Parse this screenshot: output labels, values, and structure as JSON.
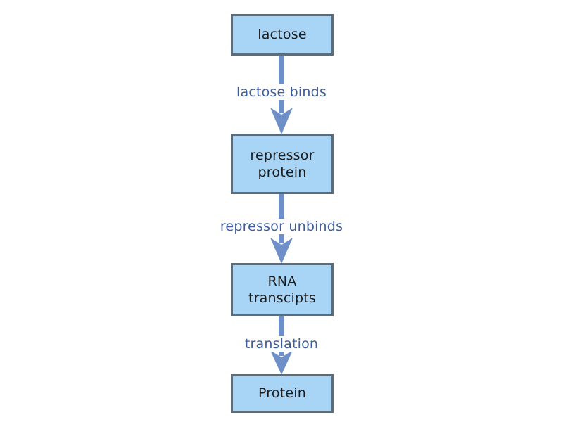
{
  "diagram": {
    "type": "flowchart",
    "orientation": "vertical",
    "background_color": "#ffffff",
    "node_fill_color": "#a8d4f5",
    "node_border_color": "#5d6c7b",
    "node_text_color": "#1c1c1c",
    "arrow_color": "#6f8fc8",
    "label_text_color": "#3e5d9e",
    "nodes": [
      {
        "id": "lactose",
        "label": "lactose"
      },
      {
        "id": "repressor",
        "label": "repressor\nprotein"
      },
      {
        "id": "rna",
        "label": "RNA\ntranscipts"
      },
      {
        "id": "protein",
        "label": "Protein"
      }
    ],
    "edges": [
      {
        "id": "edge-1",
        "from": "lactose",
        "to": "repressor",
        "label": "lactose binds"
      },
      {
        "id": "edge-2",
        "from": "repressor",
        "to": "rna",
        "label": "repressor unbinds"
      },
      {
        "id": "edge-3",
        "from": "rna",
        "to": "protein",
        "label": "translation"
      }
    ]
  }
}
